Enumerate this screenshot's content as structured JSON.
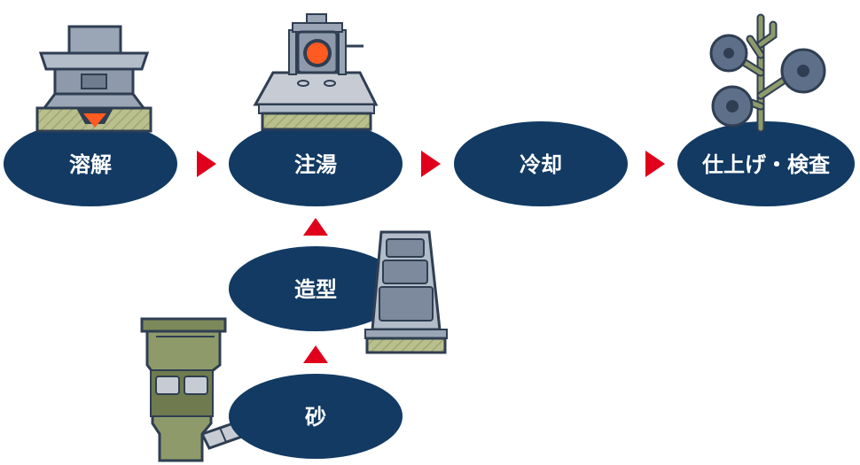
{
  "steps": {
    "melting": "溶解",
    "pouring": "注湯",
    "cooling": "冷却",
    "finishing": "仕上げ・検査",
    "molding": "造型",
    "sand": "砂"
  },
  "colors": {
    "node_fill": "#123a63",
    "arrow": "#e0001b",
    "machine_gray": "#9aa6b6",
    "machine_dark": "#2f3e52",
    "sand_green": "#b7bf8c",
    "hopper_green": "#8e9a6a",
    "molten_orange": "#ff5a1f"
  },
  "icons": [
    "melting-furnace-icon",
    "pouring-ladle-icon",
    "casting-tree-icon",
    "mold-flask-icon",
    "sand-hopper-icon"
  ]
}
